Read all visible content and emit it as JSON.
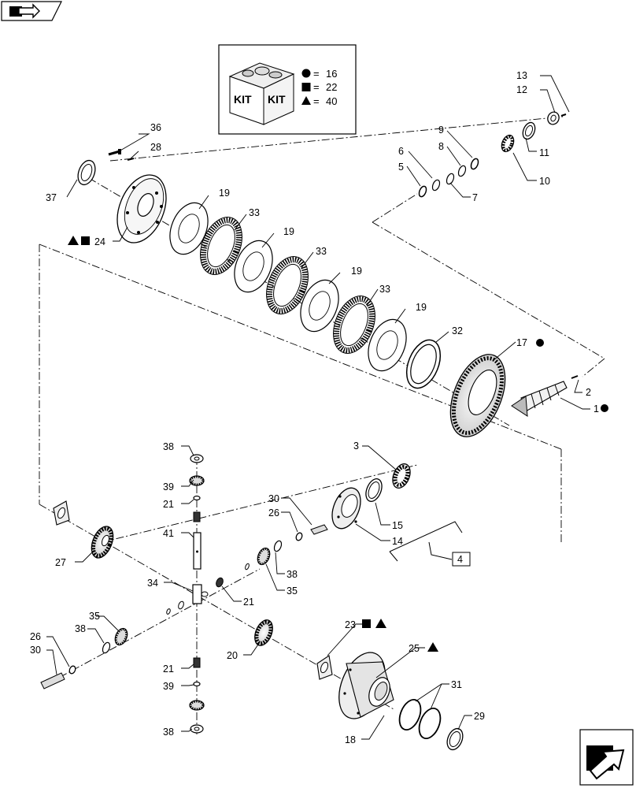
{
  "kit": {
    "word_left": "KIT",
    "word_right": "KIT",
    "legend": [
      {
        "symbol": "circle",
        "value": "16"
      },
      {
        "symbol": "square",
        "value": "22"
      },
      {
        "symbol": "triangle",
        "value": "40"
      }
    ]
  },
  "callouts": {
    "c1": "1",
    "c2": "2",
    "c3": "3",
    "c4": "4",
    "c5": "5",
    "c6": "6",
    "c7": "7",
    "c8": "8",
    "c9": "9",
    "c10": "10",
    "c11": "11",
    "c12": "12",
    "c13": "13",
    "c14": "14",
    "c15": "15",
    "c17": "17",
    "c18": "18",
    "c19a": "19",
    "c19b": "19",
    "c19c": "19",
    "c19d": "19",
    "c20": "20",
    "c21a": "21",
    "c21b": "21",
    "c21c": "21",
    "c23": "23",
    "c24": "24",
    "c25": "25",
    "c26a": "26",
    "c26b": "26",
    "c27": "27",
    "c28": "28",
    "c29": "29",
    "c30a": "30",
    "c30b": "30",
    "c31": "31",
    "c32": "32",
    "c33a": "33",
    "c33b": "33",
    "c33c": "33",
    "c34": "34",
    "c35a": "35",
    "c35b": "35",
    "c36": "36",
    "c37": "37",
    "c38a": "38",
    "c38b": "38",
    "c38c": "38",
    "c38d": "38",
    "c39a": "39",
    "c39b": "39",
    "c41": "41"
  },
  "eq": "="
}
